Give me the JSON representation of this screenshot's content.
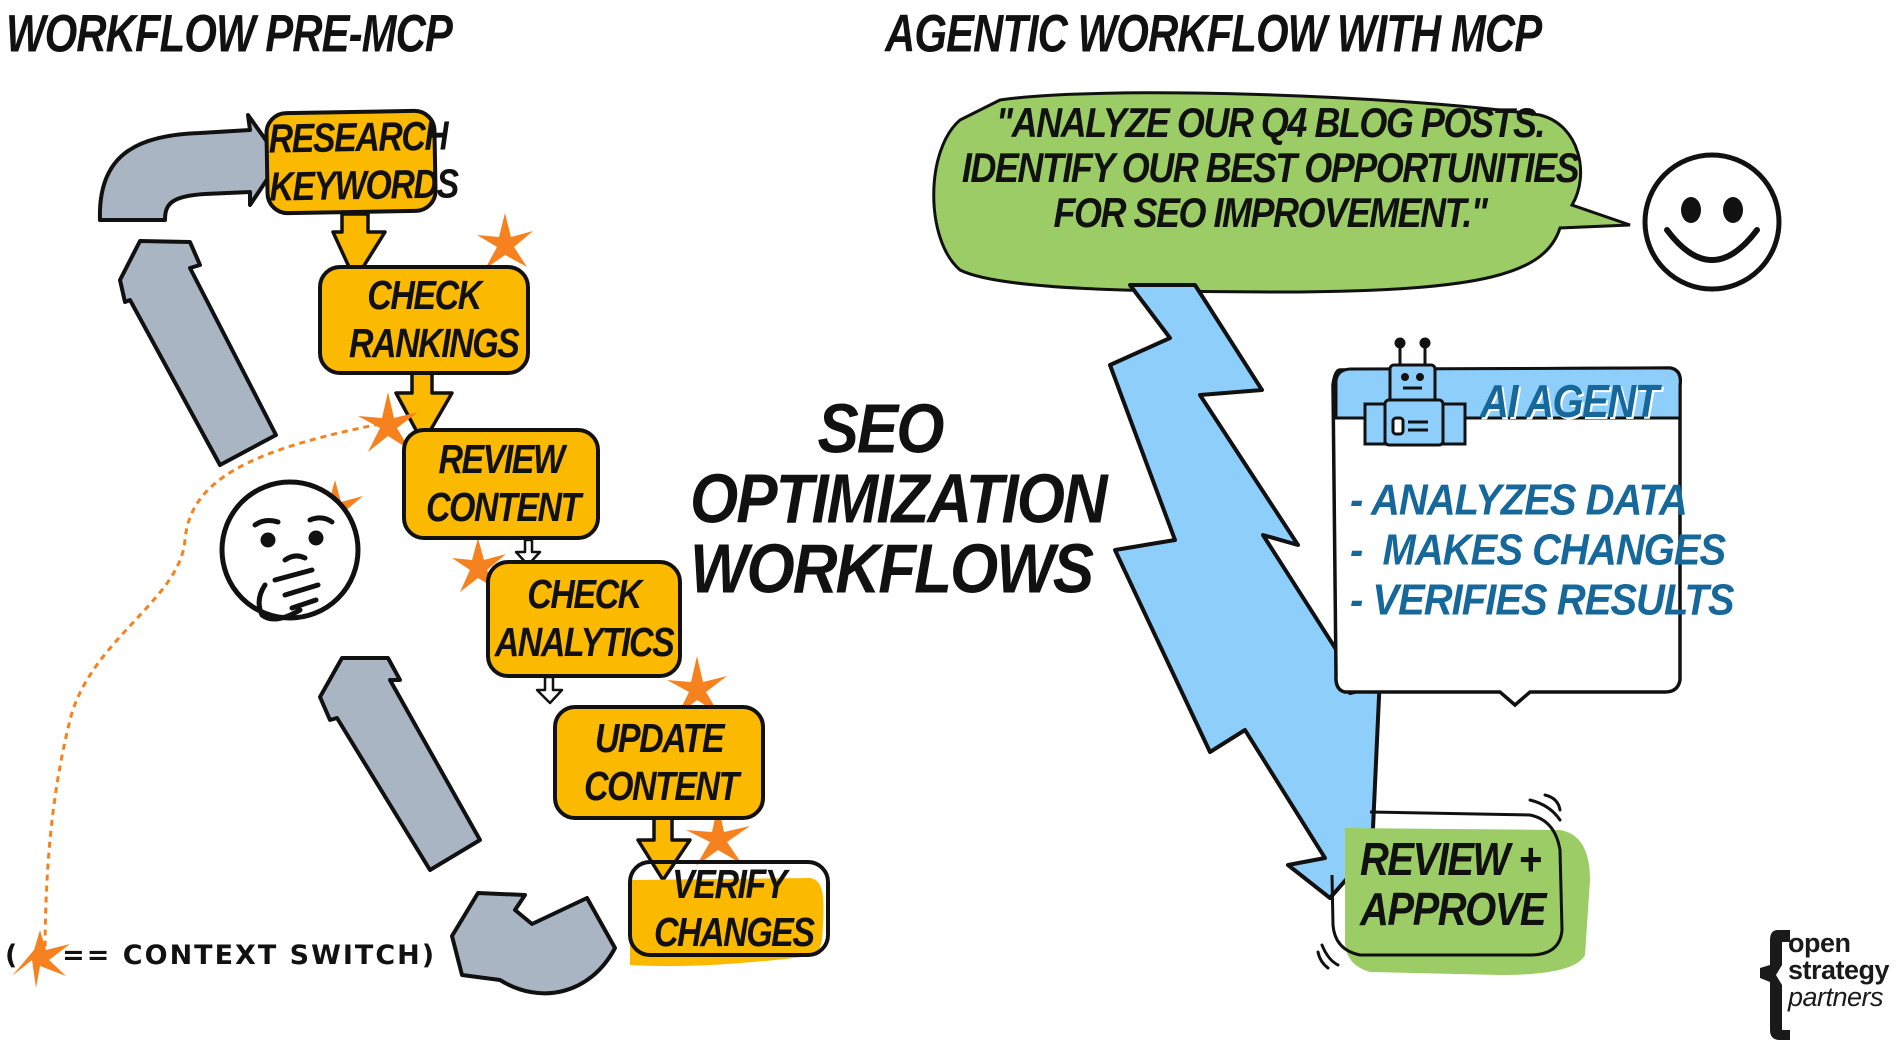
{
  "left_panel": {
    "heading": "Workflow Pre-MCP",
    "steps": [
      {
        "label": "Research Keywords"
      },
      {
        "label": "Check Rankings"
      },
      {
        "label": "Review Content"
      },
      {
        "label": "Check Analytics"
      },
      {
        "label": "Update Content"
      },
      {
        "label": "Verify Changes"
      }
    ],
    "legend": {
      "open": "(",
      "icon": "orange-starburst",
      "text": "== CONTEXT SWITCH)"
    },
    "icons": [
      "thinking-face",
      "context-switch-starburst",
      "loop-arrow"
    ]
  },
  "center": {
    "title_lines": [
      "SEO",
      "Optimization",
      "Workflows"
    ]
  },
  "right_panel": {
    "heading": "Agentic Workflow with MCP",
    "prompt_lines": [
      "\"Analyze our Q4 blog posts.",
      "Identify our best opportunities",
      "for SEO improvement.\""
    ],
    "agent": {
      "title": "AI Agent",
      "items": [
        "- Analyzes data",
        "-  Makes changes",
        "- Verifies results"
      ]
    },
    "final_step": {
      "lines": [
        "Review +",
        "Approve"
      ]
    },
    "icons": [
      "smiley-face",
      "robot",
      "lightning-bolt-arrow"
    ]
  },
  "logo": {
    "lines": [
      "open",
      "strategy",
      "partners"
    ]
  },
  "colors": {
    "step_fill": "#fbb900",
    "arrow_gray": "#a9b5c2",
    "starburst": "#f5821f",
    "prompt_green": "#9ccc65",
    "bolt_blue": "#8ecefb",
    "agent_text": "#16679a"
  }
}
